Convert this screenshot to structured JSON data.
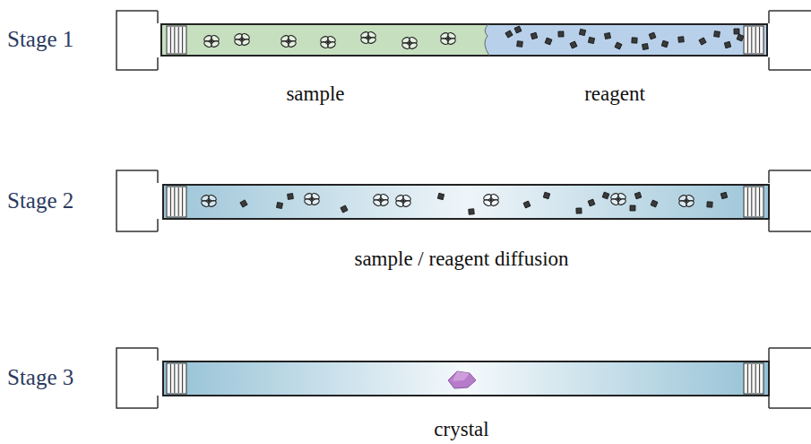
{
  "diagram": {
    "labels": [
      "Stage 1",
      "sample",
      "reagent",
      "Stage 2",
      "sample / reagent diffusion",
      "Stage 3",
      "crystal"
    ]
  }
}
